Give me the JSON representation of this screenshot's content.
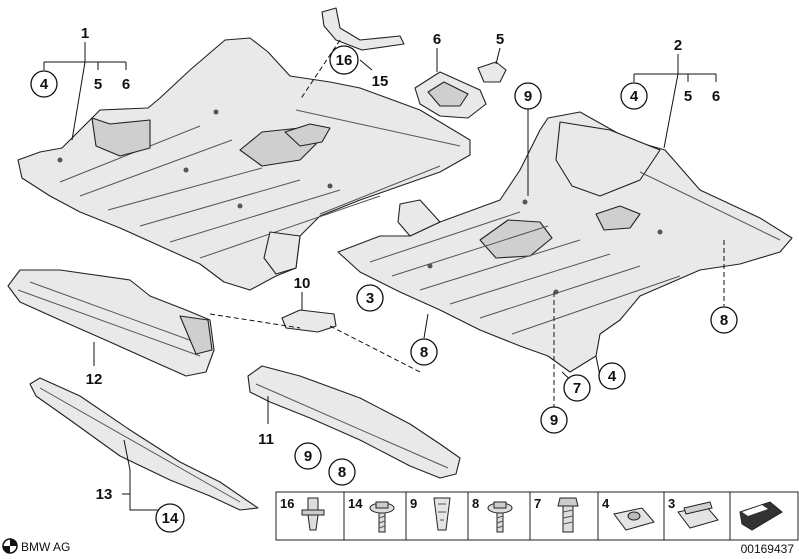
{
  "callouts": {
    "c1": "1",
    "c2": "2",
    "c3": "3",
    "c4a": "4",
    "c4b": "4",
    "c4c": "4",
    "c5a": "5",
    "c5b": "5",
    "c5c": "5",
    "c6a": "6",
    "c6b": "6",
    "c6c": "6",
    "c7": "7",
    "c8a": "8",
    "c8b": "8",
    "c8c": "8",
    "c9a": "9",
    "c9b": "9",
    "c9c": "9",
    "c10": "10",
    "c11": "11",
    "c12": "12",
    "c13": "13",
    "c14": "14",
    "c15": "15",
    "c16": "16"
  },
  "legend": [
    "16",
    "14",
    "9",
    "8",
    "7",
    "4",
    "3"
  ],
  "footer": {
    "brand": "BMW AG",
    "doc_number": "00169437"
  }
}
